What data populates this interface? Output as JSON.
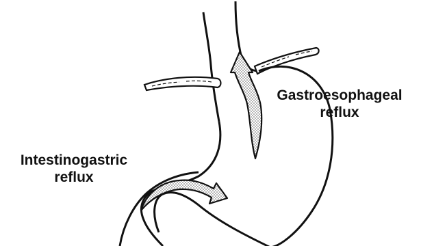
{
  "labels": {
    "gastroesophageal": {
      "line1": "Gastroesophageal",
      "line2": "reflux"
    },
    "intestinogastric": {
      "line1": "Intestinogastric",
      "line2": "reflux"
    }
  },
  "colors": {
    "ink": "#111111",
    "background": "#ffffff",
    "stipple": "#555555"
  },
  "icons": {
    "upward_arrow": "arrow-up-icon",
    "inward_arrow": "arrow-right-icon"
  }
}
